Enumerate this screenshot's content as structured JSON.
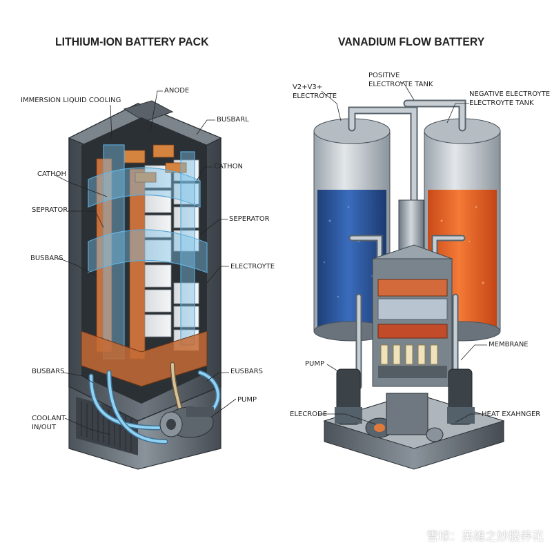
{
  "titles": {
    "left": "LITHIUM-ION BATTERY PACK",
    "right": "VANADIUM FLOW BATTERY"
  },
  "left_labels": {
    "anode": "ANODE",
    "immersion": "IMMERSION LIQUID COOLING",
    "busbarl": "BUSBARL",
    "cathoh": "CATHOH",
    "cathon": "CATHON",
    "separator_left": "SEPRATOR",
    "separator_right": "SEPERATOR",
    "busbars_left": "BUSBARS",
    "electroyte": "ELECTROYTE",
    "busbars_bottom": "BUSBARS",
    "eusbars": "EUSBARS",
    "pump": "PUMP",
    "coolant_line1": "COOLANT",
    "coolant_line2": "IN/OUT"
  },
  "right_labels": {
    "v_electrolyte_line1": "V2+V3+",
    "v_electrolyte_line2": "ELECTROYTE",
    "positive_line1": "POSITIVE",
    "positive_line2": "ELECTROYTE TANK",
    "negative_line1": "NEGATIVE ELECTROYTE",
    "negative_line2": "ELECTROYTE TANK",
    "membrane": "MEMBRANE",
    "pump": "PUMP",
    "elecrode": "ELECRODE",
    "heat_exchanger": "HEAT EXAHNGER"
  },
  "watermark": {
    "text": "雪球：英雄之妙股养花",
    "logo": "snowball-logo-icon"
  },
  "colors": {
    "coolant_blue": "#7cc4ea",
    "cell_copper": "#c8703c",
    "frame_gray": "#5f6770",
    "electrolyte_blue": "#2f5fa8",
    "electrolyte_orange": "#ef6a2b",
    "pipe_steel": "#9aa6b0"
  }
}
